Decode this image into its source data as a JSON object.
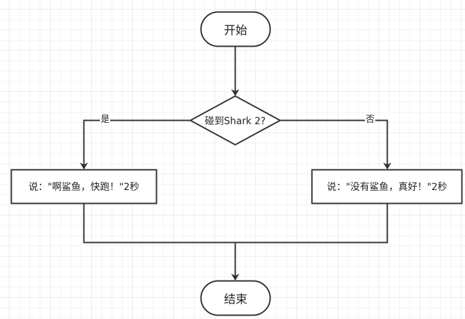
{
  "diagram": {
    "type": "flowchart",
    "colors": {
      "stroke": "#333333",
      "fill": "#ffffff",
      "text": "#222222"
    },
    "nodes": {
      "start": {
        "label": "开始",
        "shape": "terminal"
      },
      "decision": {
        "label": "碰到Shark 2?",
        "shape": "decision"
      },
      "yes_action": {
        "label": "说：\"啊鲨鱼，快跑！\"2秒",
        "shape": "process"
      },
      "no_action": {
        "label": "说：\"没有鲨鱼，真好！\"2秒",
        "shape": "process"
      },
      "end": {
        "label": "结束",
        "shape": "terminal"
      }
    },
    "edges": [
      {
        "from": "start",
        "to": "decision",
        "label": ""
      },
      {
        "from": "decision",
        "to": "yes_action",
        "label": "是"
      },
      {
        "from": "decision",
        "to": "no_action",
        "label": "否"
      },
      {
        "from": "yes_action",
        "to": "end",
        "label": ""
      },
      {
        "from": "no_action",
        "to": "end",
        "label": ""
      }
    ]
  }
}
